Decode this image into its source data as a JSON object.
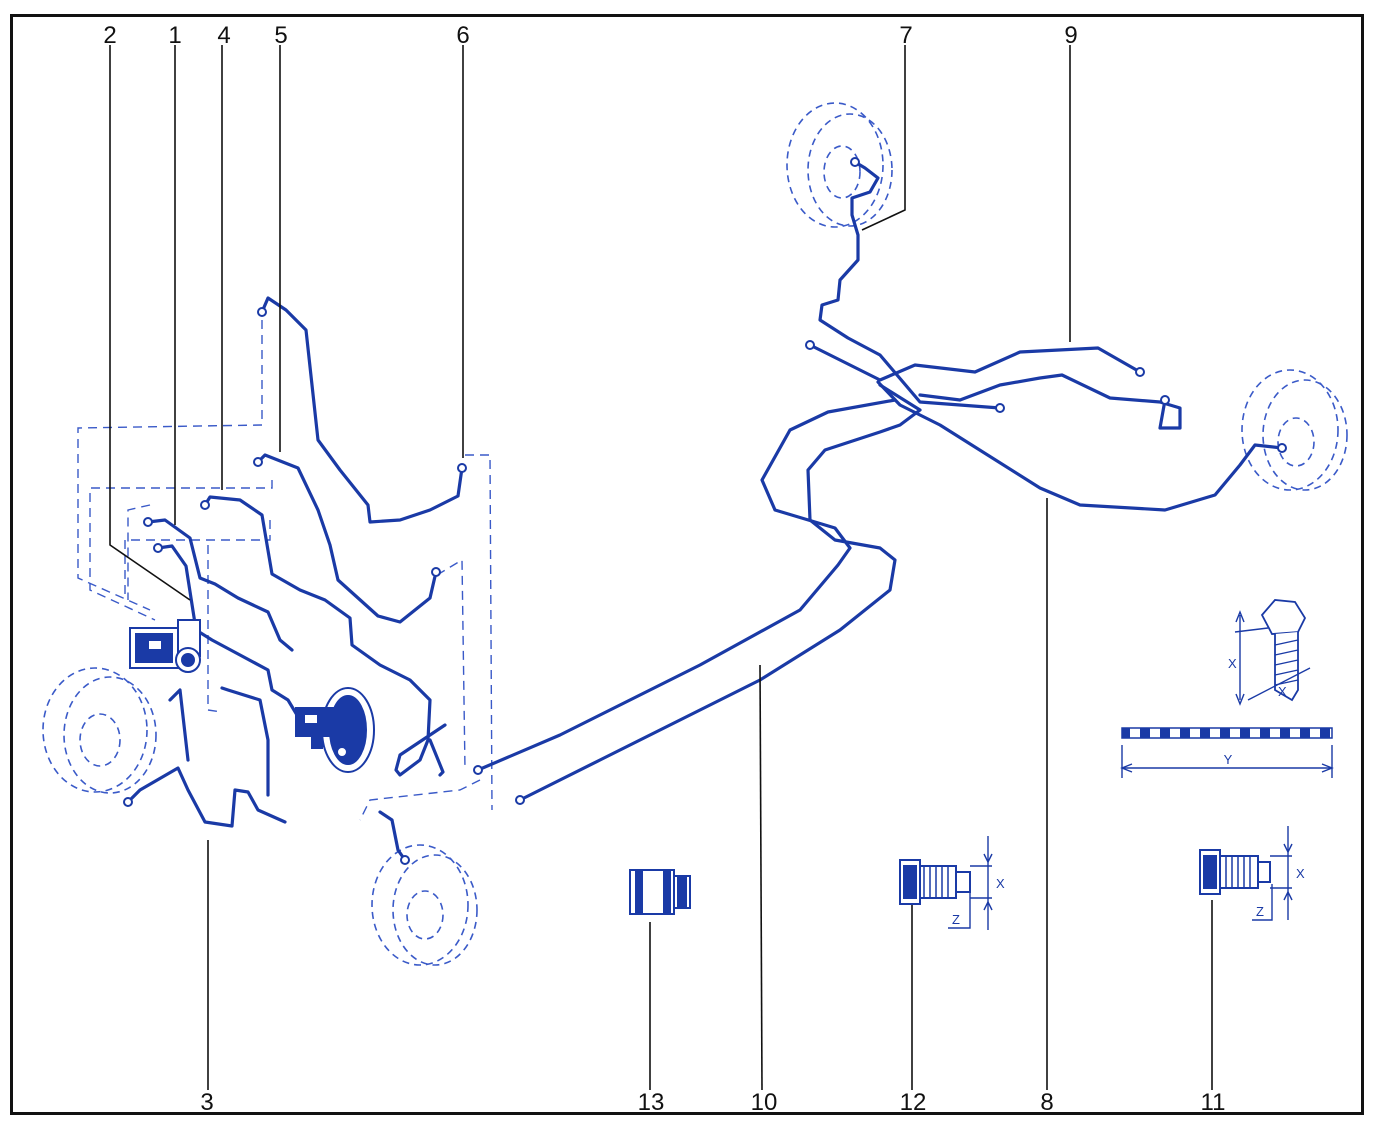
{
  "callouts": {
    "c1": "1",
    "c2": "2",
    "c3": "3",
    "c4": "4",
    "c5": "5",
    "c6": "6",
    "c7": "7",
    "c8": "8",
    "c9": "9",
    "c10": "10",
    "c11": "11",
    "c12": "12",
    "c13": "13"
  },
  "dimension_labels": {
    "x": "X",
    "y": "Y",
    "z": "Z"
  },
  "colors": {
    "pipe": "#1a3aa6",
    "outline": "#111111",
    "dash": "#3a5ac8"
  }
}
